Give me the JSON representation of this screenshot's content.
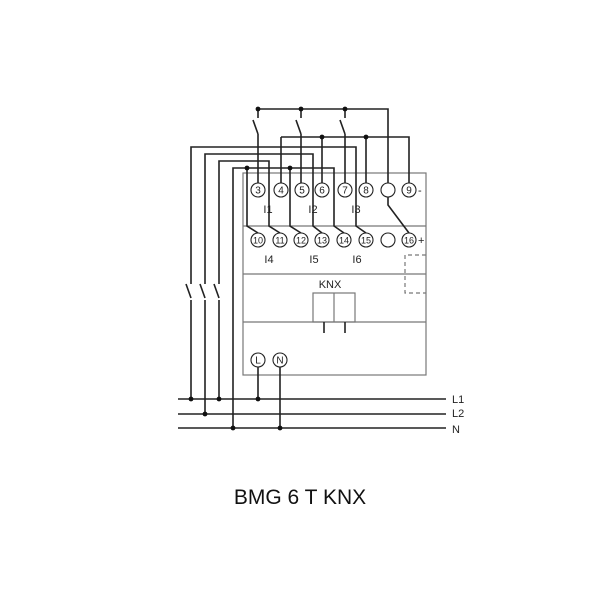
{
  "title": "BMG 6 T KNX",
  "terminals_row1": [
    "3",
    "4",
    "5",
    "6",
    "7",
    "8",
    "",
    "9"
  ],
  "row1_suffix": "-",
  "terminals_row2": [
    "10",
    "11",
    "12",
    "13",
    "14",
    "15",
    "",
    "16"
  ],
  "row2_suffix": "+",
  "inputs_row1": [
    "I1",
    "I2",
    "I3"
  ],
  "inputs_row2": [
    "I4",
    "I5",
    "I6"
  ],
  "knx_label": "KNX",
  "power_terminals": [
    "L",
    "N"
  ],
  "lines": [
    "L1",
    "L2",
    "N"
  ]
}
